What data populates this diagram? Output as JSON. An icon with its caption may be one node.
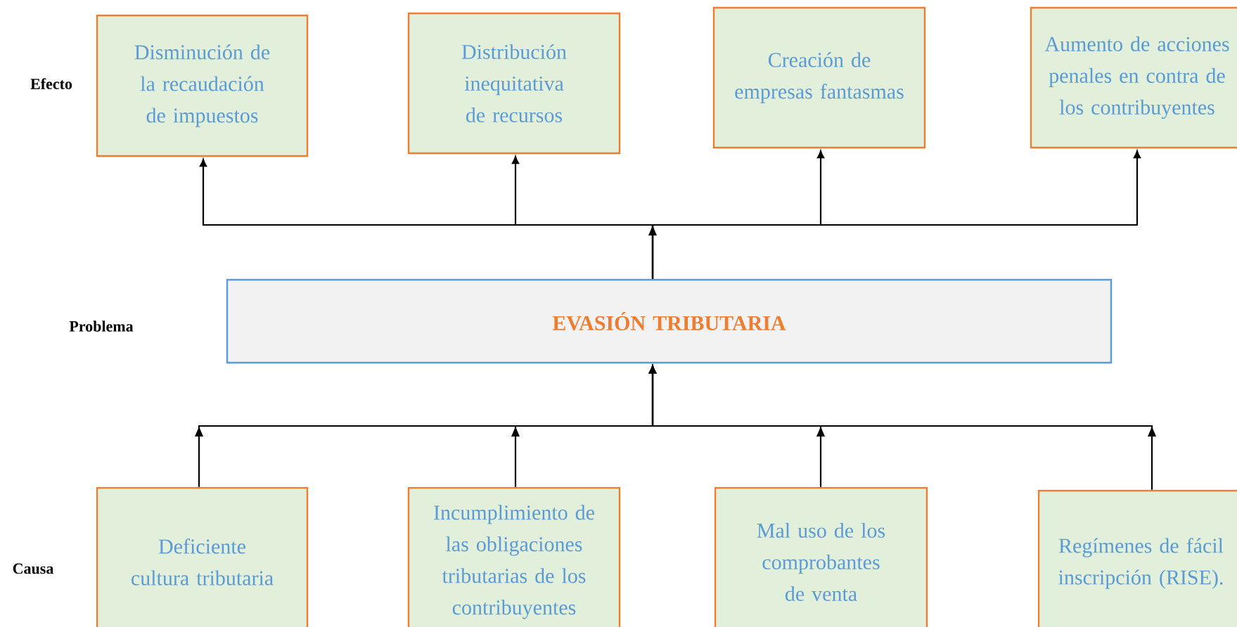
{
  "diagram": {
    "nodes": [
      {
        "text": [
          "Disminución de la recaudación de impuestos"
        ]
      },
      {
        "text": [
          "Distribución inequitativa de recursos"
        ]
      },
      {
        "text": [
          "Creación de empresas fantasmas"
        ]
      },
      {
        "text": [
          "Aumento de acciones penales en contra de los contribuyentes"
        ]
      },
      {
        "text": [
          "EVASIÓN TRIBUTARIA"
        ]
      },
      {
        "text": [
          "Deficiente cultura tributaria"
        ]
      },
      {
        "text": [
          "Incumplimiento de las obligaciones tributarias de los contribuyentes"
        ]
      },
      {
        "text": [
          "Mal uso de los comprobantes de venta"
        ]
      },
      {
        "text": [
          "Regímenes de fácil inscripción (RISE)."
        ]
      }
    ],
    "edges": [
      {
        "from": 4,
        "to": 0,
        "arrow": "to"
      },
      {
        "from": 4,
        "to": 1,
        "arrow": "to"
      },
      {
        "from": 4,
        "to": 2,
        "arrow": "to"
      },
      {
        "from": 4,
        "to": 3,
        "arrow": "to"
      },
      {
        "from": 5,
        "to": 4,
        "arrow": "to"
      },
      {
        "from": 6,
        "to": 4,
        "arrow": "to"
      },
      {
        "from": 7,
        "to": 4,
        "arrow": "to"
      },
      {
        "from": 8,
        "to": 4,
        "arrow": "to"
      }
    ],
    "labels": [
      "Efecto",
      "Problema",
      "Causa"
    ]
  }
}
